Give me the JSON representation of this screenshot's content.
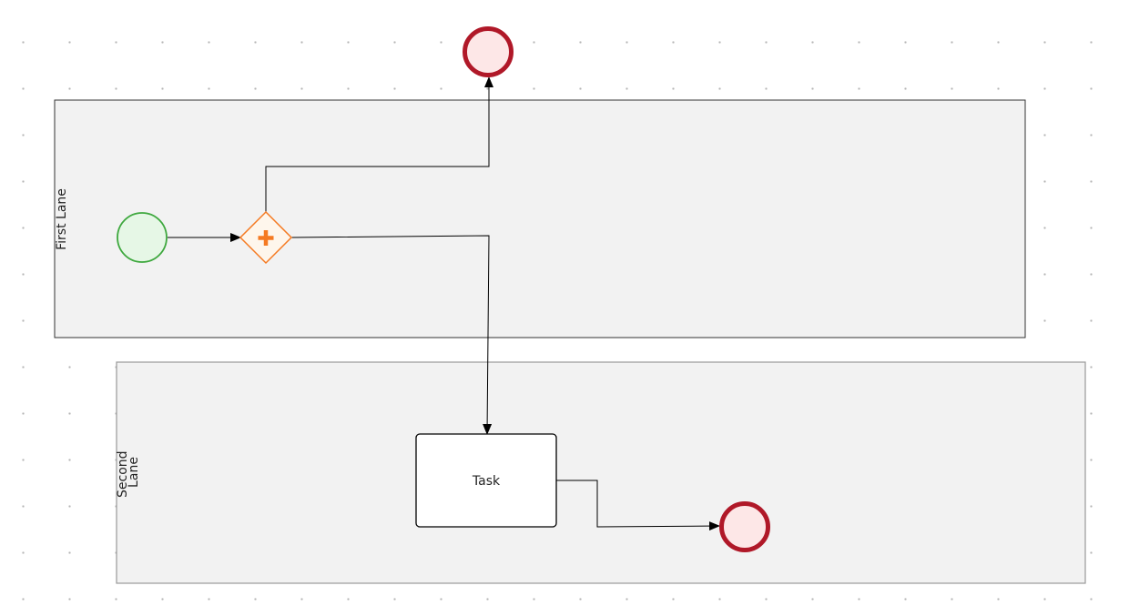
{
  "diagram": {
    "lanes": [
      {
        "label": "First Lane",
        "lines": [
          "First Lane"
        ]
      },
      {
        "label": "Second Lane",
        "lines": [
          "Second",
          "Lane"
        ]
      }
    ],
    "task": {
      "label": "Task"
    },
    "colors": {
      "canvas_dot": "#b5b5b5",
      "lane_fill": "#f2f2f2",
      "first_lane_border": "#333333",
      "second_lane_border": "#999999",
      "start_event_fill": "#e6f7e6",
      "start_event_stroke": "#3ea83e",
      "end_event_fill": "#fde7e7",
      "end_event_stroke": "#b01828",
      "gateway_fill": "#fef6ec",
      "gateway_stroke": "#f57a22",
      "gateway_marker": "#f57a22",
      "task_fill": "#ffffff",
      "task_stroke": "#000000",
      "flow_stroke": "#000000"
    },
    "icons": {
      "gateway": "parallel-gateway-plus-icon"
    }
  }
}
